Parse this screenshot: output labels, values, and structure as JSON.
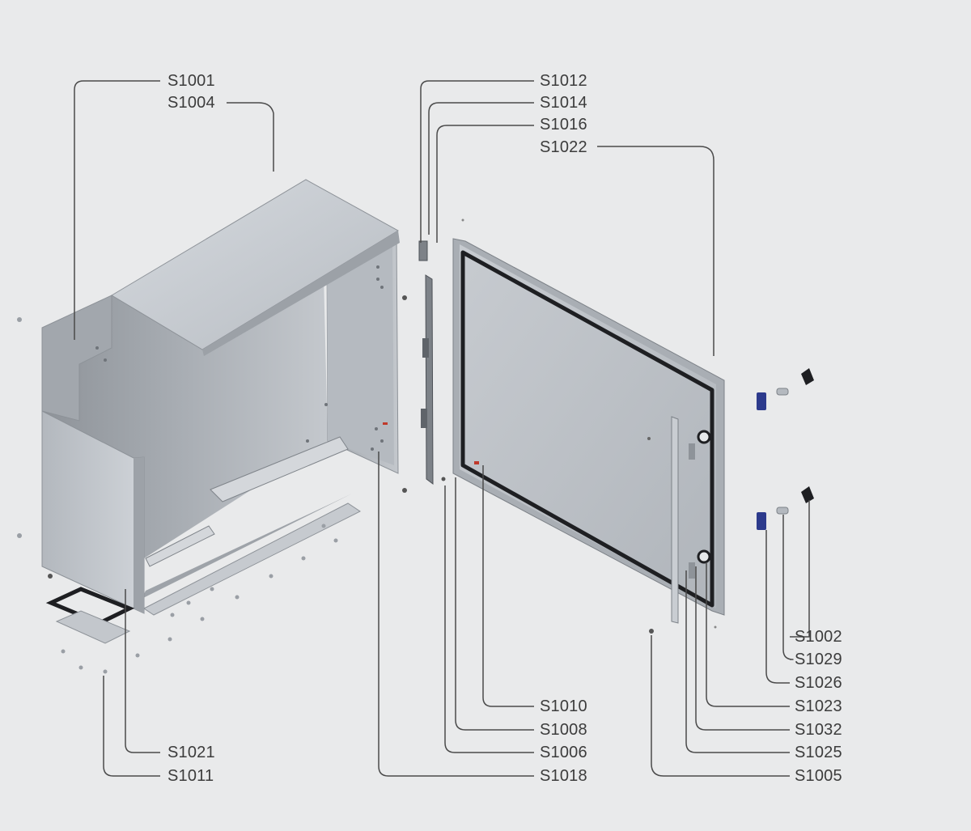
{
  "labels": {
    "s1001": "S1001",
    "s1004": "S1004",
    "s1012": "S1012",
    "s1014": "S1014",
    "s1016": "S1016",
    "s1022": "S1022",
    "s1002": "S1002",
    "s1029": "S1029",
    "s1026": "S1026",
    "s1023": "S1023",
    "s1032": "S1032",
    "s1025": "S1025",
    "s1005": "S1005",
    "s1010": "S1010",
    "s1008": "S1008",
    "s1006": "S1006",
    "s1018": "S1018",
    "s1021": "S1021",
    "s1011": "S1011"
  },
  "colors": {
    "background": "#e9eaeb",
    "leader_line": "#4a4a4a",
    "label_text": "#3c3c3c",
    "metal": "#b9bec4",
    "gasket": "#1e1f22",
    "accent_blue": "#2c3a8c",
    "accent_red": "#c0392b"
  }
}
